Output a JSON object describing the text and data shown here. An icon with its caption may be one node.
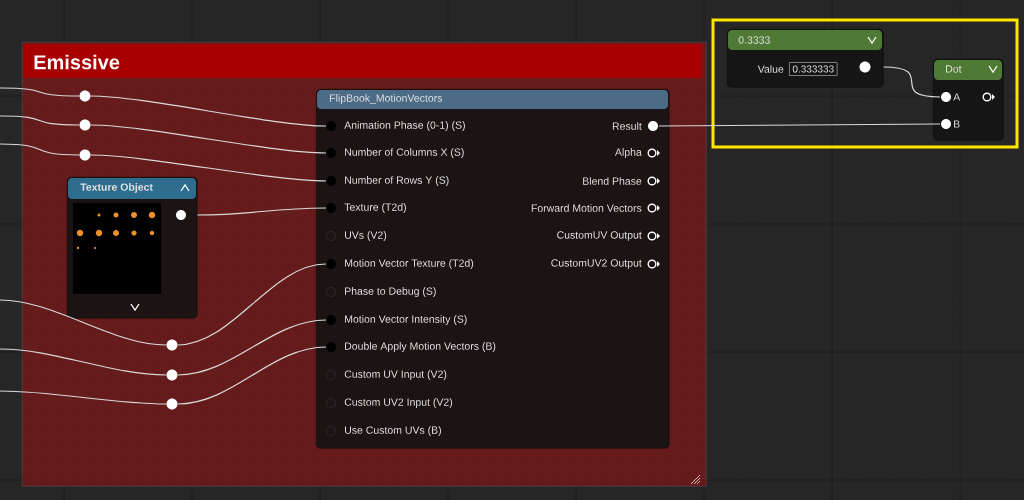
{
  "diagram": {
    "nodes": [
      {
        "text": [
          "Emissive"
        ]
      },
      {
        "text": [
          "Texture Object"
        ],
        "in": 0
      },
      {
        "text": [
          "FlipBook_MotionVectors"
        ],
        "in": 0
      },
      {
        "text": [
          "Animation Phase (0-1) (S)"
        ],
        "in": 2
      },
      {
        "text": [
          "Number of Columns X (S)"
        ],
        "in": 2
      },
      {
        "text": [
          "Number of Rows Y (S)"
        ],
        "in": 2
      },
      {
        "text": [
          "Texture (T2d)"
        ],
        "in": 2
      },
      {
        "text": [
          "UVs (V2)"
        ],
        "in": 2
      },
      {
        "text": [
          "Motion Vector Texture (T2d)"
        ],
        "in": 2
      },
      {
        "text": [
          "Phase to Debug (S)"
        ],
        "in": 2
      },
      {
        "text": [
          "Motion Vector Intensity (S)"
        ],
        "in": 2
      },
      {
        "text": [
          "Double Apply Motion Vectors (B)"
        ],
        "in": 2
      },
      {
        "text": [
          "Custom UV Input (V2)"
        ],
        "in": 2
      },
      {
        "text": [
          "Custom UV2 Input (V2)"
        ],
        "in": 2
      },
      {
        "text": [
          "Use Custom UVs (B)"
        ],
        "in": 2
      },
      {
        "text": [
          "Result"
        ],
        "in": 2
      },
      {
        "text": [
          "Alpha"
        ],
        "in": 2
      },
      {
        "text": [
          "Blend Phase"
        ],
        "in": 2
      },
      {
        "text": [
          "Forward Motion Vectors"
        ],
        "in": 2
      },
      {
        "text": [
          "CustomUV Output"
        ],
        "in": 2
      },
      {
        "text": [
          "CustomUV2 Output"
        ],
        "in": 2
      },
      {
        "text": [],
        "shape": "circle",
        "in": 0
      },
      {
        "text": [],
        "shape": "circle",
        "in": 0
      },
      {
        "text": [],
        "shape": "circle",
        "in": 0
      },
      {
        "text": [],
        "shape": "circle",
        "in": 0
      },
      {
        "text": [],
        "shape": "circle",
        "in": 0
      },
      {
        "text": [],
        "shape": "circle",
        "in": 0
      },
      {
        "text": [
          "0.3333",
          "Value",
          "0.333333"
        ]
      },
      {
        "text": [
          "Dot"
        ]
      },
      {
        "text": [
          "A"
        ],
        "in": 28
      },
      {
        "text": [
          "B"
        ],
        "in": 28
      }
    ],
    "edges": [
      {
        "from": null,
        "to": 21,
        "arrow": "none"
      },
      {
        "from": null,
        "to": 22,
        "arrow": "none"
      },
      {
        "from": null,
        "to": 23,
        "arrow": "none"
      },
      {
        "from": null,
        "to": 24,
        "arrow": "none"
      },
      {
        "from": null,
        "to": 25,
        "arrow": "none"
      },
      {
        "from": null,
        "to": 26,
        "arrow": "none"
      },
      {
        "from": 21,
        "to": 3,
        "arrow": "none"
      },
      {
        "from": 22,
        "to": 4,
        "arrow": "none"
      },
      {
        "from": 23,
        "to": 5,
        "arrow": "none"
      },
      {
        "from": 1,
        "to": 6,
        "arrow": "none"
      },
      {
        "from": 24,
        "to": 8,
        "arrow": "none"
      },
      {
        "from": 25,
        "to": 10,
        "arrow": "none"
      },
      {
        "from": 26,
        "to": 11,
        "arrow": "none"
      },
      {
        "from": 15,
        "to": 30,
        "arrow": "none"
      },
      {
        "from": 27,
        "to": 29,
        "arrow": "none"
      }
    ]
  }
}
